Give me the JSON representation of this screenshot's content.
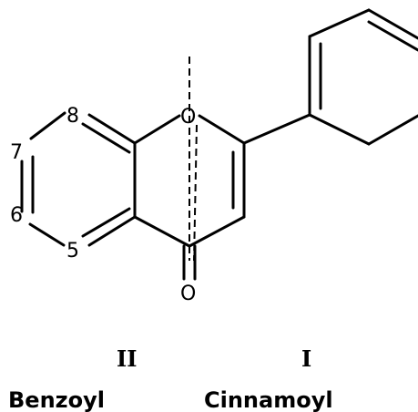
{
  "diagram": {
    "atoms": {
      "ring_oxygen": "O",
      "carbonyl_oxygen": "O",
      "position_8": "8",
      "position_7": "7",
      "position_6": "6",
      "position_5": "5"
    },
    "fragments": {
      "roman_left": "II",
      "roman_right": "I",
      "name_left": "Benzoyl",
      "name_right": "Cinnamoyl"
    },
    "colors": {
      "stroke": "#000000",
      "background": "#ffffff"
    }
  }
}
